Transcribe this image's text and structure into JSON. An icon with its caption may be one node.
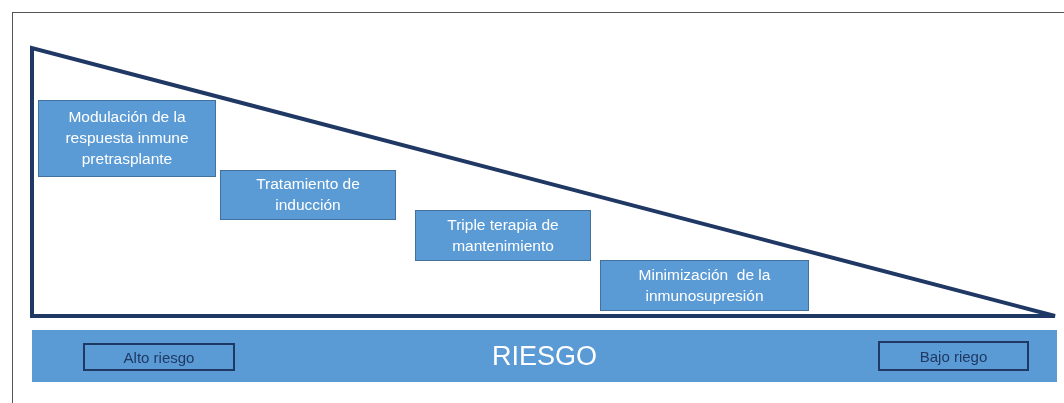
{
  "diagram": {
    "nodes": [
      {
        "text": [
          "Modulación de la respuesta inmune pretrasplante"
        ]
      },
      {
        "text": [
          "Tratamiento de inducción"
        ]
      },
      {
        "text": [
          "Triple terapia de mantenimiento"
        ]
      },
      {
        "text": [
          "Minimización  de la inmunosupresión"
        ]
      },
      {
        "text": [
          "RIESGO"
        ]
      },
      {
        "text": [
          "Alto riesgo"
        ],
        "in": 4
      },
      {
        "text": [
          "Bajo riego"
        ],
        "in": 4
      }
    ]
  }
}
